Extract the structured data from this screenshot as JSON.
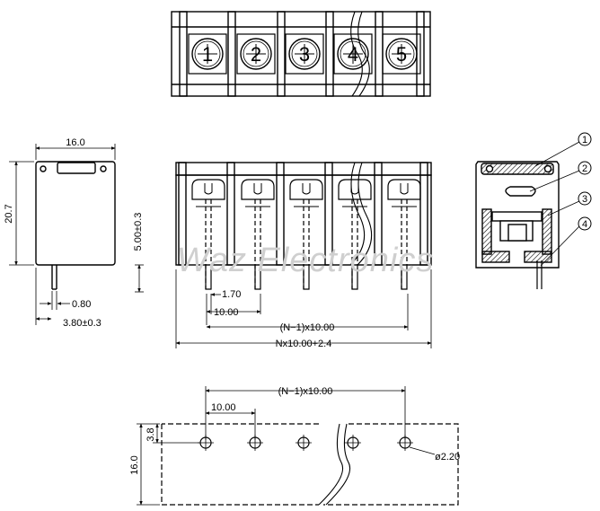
{
  "top_view": {
    "terminal_numbers": [
      "1",
      "2",
      "3",
      "4",
      "5"
    ]
  },
  "side_view": {
    "width_label": "16.0",
    "height_label": "20.7",
    "pin_width_label": "0.80",
    "pin_offset_label": "3.80±0.3"
  },
  "front_view": {
    "pin_length_label": "5.00±0.3",
    "pin_width_label": "1.70",
    "pitch_label": "10.00",
    "span_label": "(N−1)x10.00",
    "total_label": "Nx10.00+2.4"
  },
  "section_view": {
    "callouts": [
      "1",
      "2",
      "3",
      "4"
    ]
  },
  "footprint": {
    "span_label": "(N−1)x10.00",
    "pitch_label": "10.00",
    "depth_label": "16.0",
    "hole_offset_label": "3.8",
    "hole_diameter_label": "ø2.20"
  },
  "watermark": "Waz Electronics"
}
